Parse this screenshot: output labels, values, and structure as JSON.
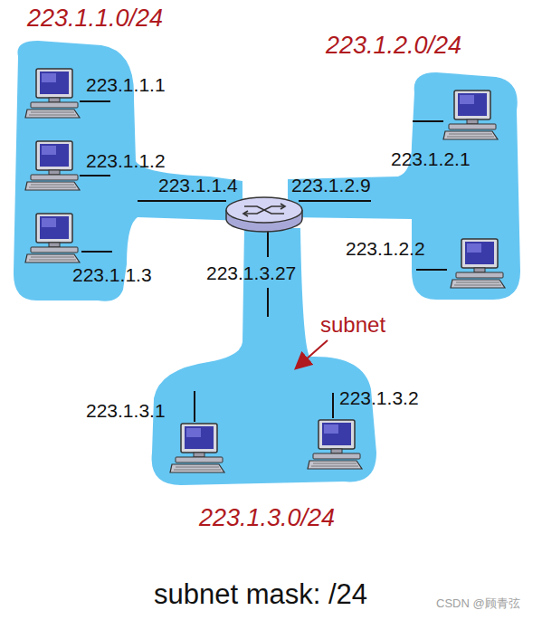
{
  "diagram": {
    "caption": "subnet mask: /24",
    "nodes": [
      {
        "text": [
          "223.1.1.0/24",
          "223.1.1.1",
          "223.1.1.2",
          "223.1.1.3",
          "223.1.1.4"
        ]
      },
      {
        "text": [
          "223.1.2.0/24",
          "223.1.2.1",
          "223.1.2.9",
          "223.1.2.2"
        ]
      },
      {
        "text": [
          "223.1.3.0/24",
          "223.1.3.27",
          "223.1.3.1",
          "223.1.3.2"
        ]
      }
    ],
    "labels": [
      "subnet",
      "CSDN @顾青弦"
    ]
  }
}
